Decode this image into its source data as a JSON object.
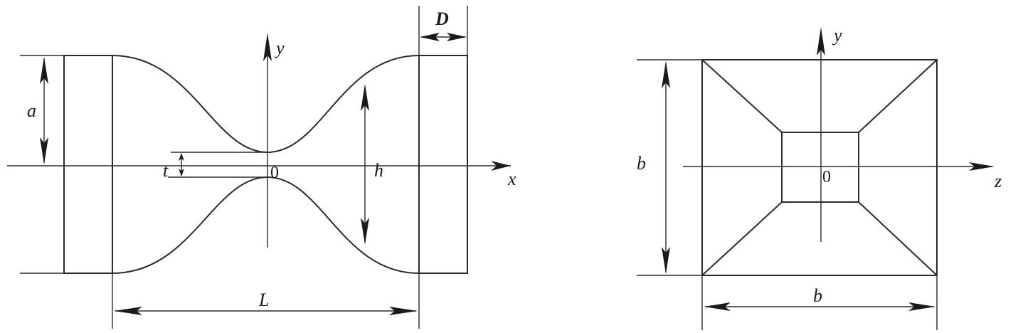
{
  "side_view": {
    "labels": {
      "a": "a",
      "D": "D",
      "y": "y",
      "t": "t",
      "origin": "0",
      "h": "h",
      "x": "x",
      "L": "L"
    }
  },
  "end_view": {
    "labels": {
      "y": "y",
      "b_vertical": "b",
      "origin": "0",
      "z": "z",
      "b_horizontal": "b"
    }
  },
  "colors": {
    "line": "#2b2b2b",
    "arrow": "#1a1a1a",
    "background": "#ffffff"
  }
}
